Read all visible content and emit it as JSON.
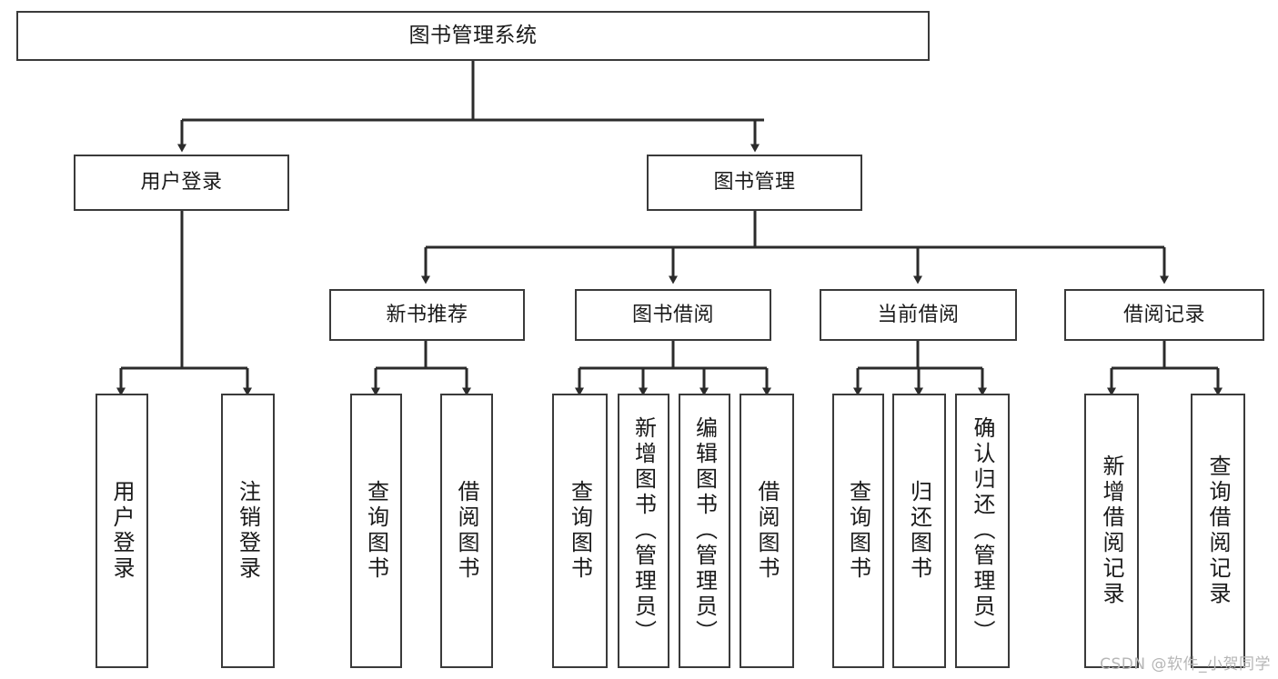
{
  "diagram": {
    "title": "图书管理系统",
    "type": "hierarchy-tree",
    "watermark": "CSDN @软件_小贺同学",
    "colors": {
      "background": "#ffffff",
      "box_border": "#3a3a3a",
      "line": "#2b2b2b",
      "text": "#1a1a1a",
      "watermark": "#b6b6b6"
    },
    "root": {
      "label": "图书管理系统"
    },
    "level2": [
      {
        "label": "用户登录"
      },
      {
        "label": "图书管理"
      }
    ],
    "level3": [
      {
        "label": "新书推荐"
      },
      {
        "label": "图书借阅"
      },
      {
        "label": "当前借阅"
      },
      {
        "label": "借阅记录"
      }
    ],
    "leaves": {
      "user_login": [
        {
          "label": "用户登录"
        },
        {
          "label": "注销登录"
        }
      ],
      "new_book_recommend": [
        {
          "label": "查询图书"
        },
        {
          "label": "借阅图书"
        }
      ],
      "book_borrow": [
        {
          "label": "查询图书"
        },
        {
          "label": "新增图书（管理员）"
        },
        {
          "label": "编辑图书（管理员）"
        },
        {
          "label": "借阅图书"
        }
      ],
      "current_borrow": [
        {
          "label": "查询图书"
        },
        {
          "label": "归还图书"
        },
        {
          "label": "确认归还（管理员）"
        }
      ],
      "borrow_record": [
        {
          "label": "新增借阅记录"
        },
        {
          "label": "查询借阅记录"
        }
      ]
    }
  }
}
